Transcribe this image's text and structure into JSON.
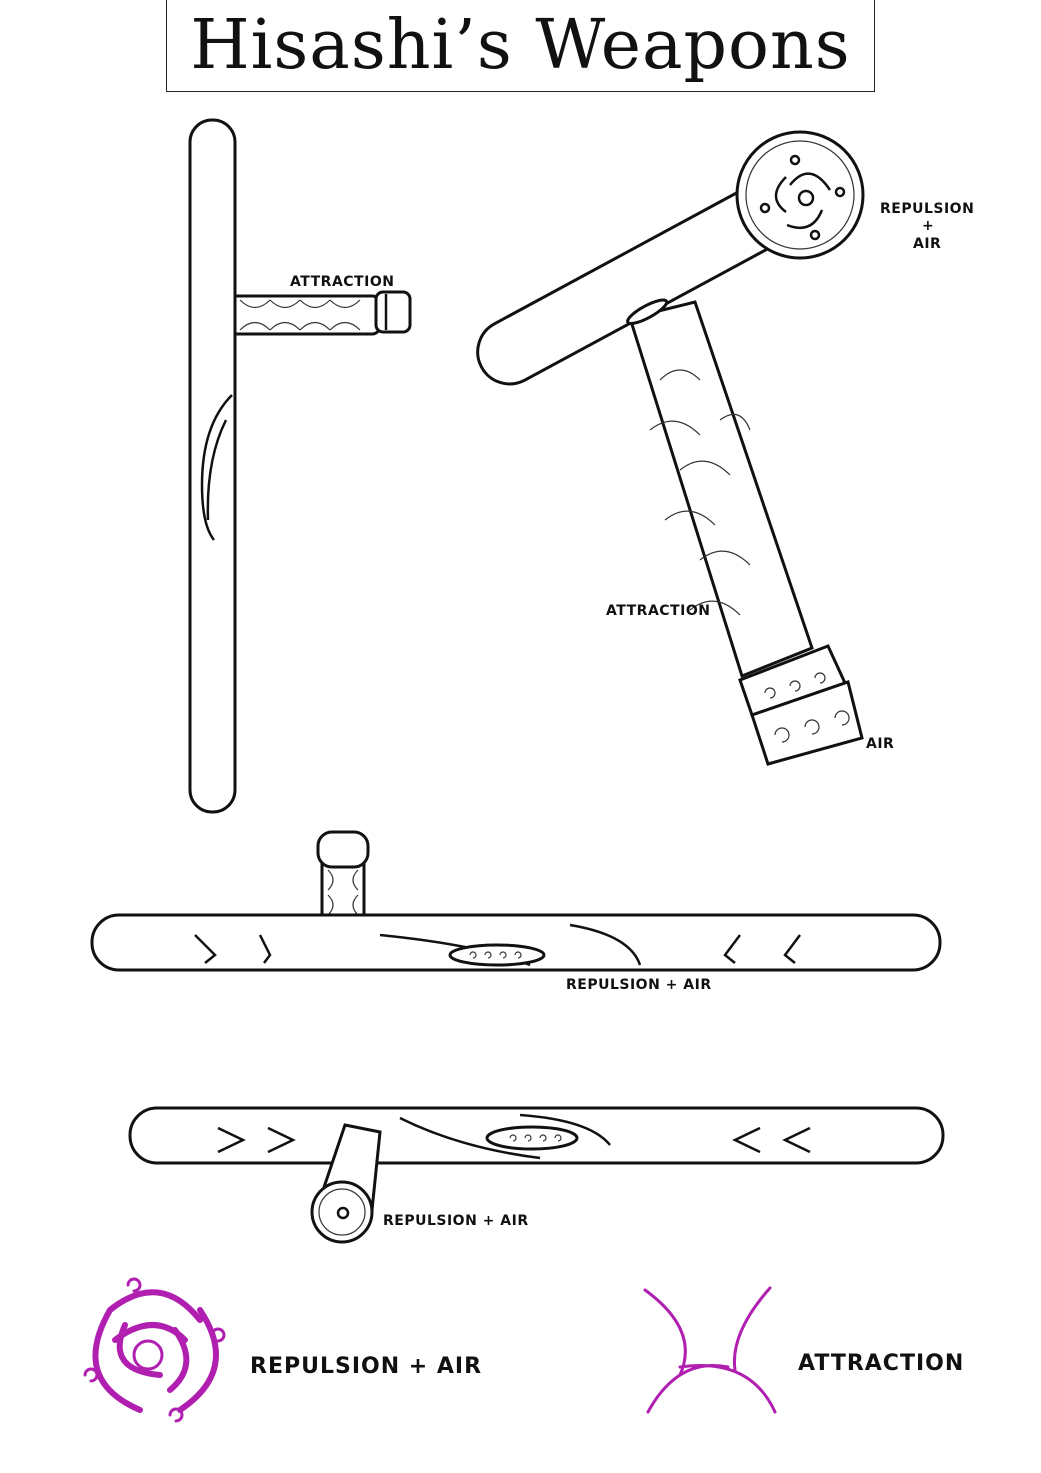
{
  "title": "Hisashi’s Weapons",
  "labels": {
    "tonfa_vertical_handle": "ATTRACTION",
    "diagonal_barrel_end": [
      "REPULSION",
      "+",
      "AIR"
    ],
    "diagonal_handle": "ATTRACTION",
    "diagonal_pommel": "AIR",
    "horizontal_top": "REPULSION + AIR",
    "horizontal_bottom": "REPULSION + AIR"
  },
  "legend": [
    {
      "symbol": "swirl-icon",
      "label": "REPULSION + AIR"
    },
    {
      "symbol": "attraction-x-icon",
      "label": "ATTRACTION"
    }
  ],
  "colors": {
    "symbol": "#b01fb0",
    "ink": "#111111"
  }
}
